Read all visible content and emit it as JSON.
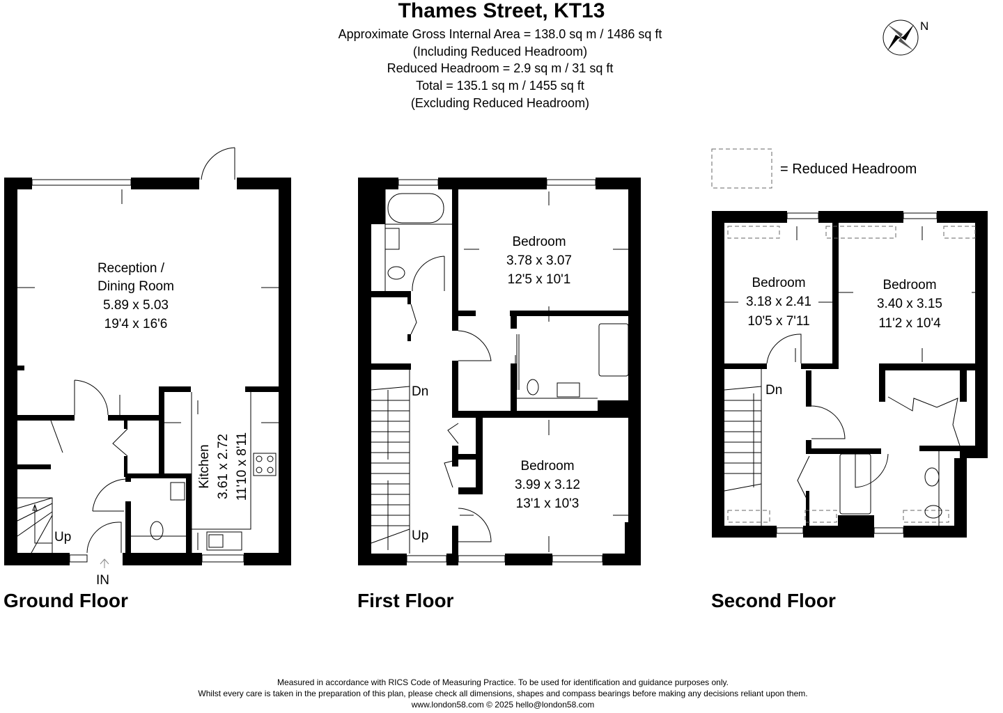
{
  "header": {
    "title": "Thames Street, KT13",
    "lines": [
      "Approximate Gross Internal Area = 138.0 sq m / 1486 sq ft",
      "(Including Reduced Headroom)",
      "Reduced Headroom = 2.9 sq m / 31 sq ft",
      "Total = 135.1 sq m / 1455 sq ft",
      "(Excluding Reduced Headroom)"
    ]
  },
  "compass": {
    "label": "N"
  },
  "legend": {
    "label": "= Reduced Headroom"
  },
  "ground_floor": {
    "title": "Ground Floor",
    "reception": {
      "name1": "Reception /",
      "name2": "Dining Room",
      "metric": "5.89 x 5.03",
      "imperial": "19'4 x 16'6"
    },
    "kitchen": {
      "name": "Kitchen",
      "metric": "3.61 x 2.72",
      "imperial": "11'10 x 8'11"
    },
    "up": "Up",
    "entrance": "IN"
  },
  "first_floor": {
    "title": "First Floor",
    "bedroom_a": {
      "name": "Bedroom",
      "metric": "3.78 x 3.07",
      "imperial": "12'5 x 10'1"
    },
    "bedroom_b": {
      "name": "Bedroom",
      "metric": "3.99 x 3.12",
      "imperial": "13'1 x 10'3"
    },
    "down": "Dn",
    "up": "Up"
  },
  "second_floor": {
    "title": "Second Floor",
    "bedroom_a": {
      "name": "Bedroom",
      "metric": "3.18 x 2.41",
      "imperial": "10'5 x 7'11"
    },
    "bedroom_b": {
      "name": "Bedroom",
      "metric": "3.40 x 3.15",
      "imperial": "11'2 x 10'4"
    },
    "down": "Dn"
  },
  "footer": {
    "lines": [
      "Measured in accordance with RICS Code of Measuring Practice. To be used for identification and guidance purposes only.",
      "Whilst every care is taken in the preparation of this plan, please check all dimensions, shapes and compass bearings before making any decisions reliant upon them.",
      "www.london58.com © 2025 hello@london58.com"
    ]
  }
}
